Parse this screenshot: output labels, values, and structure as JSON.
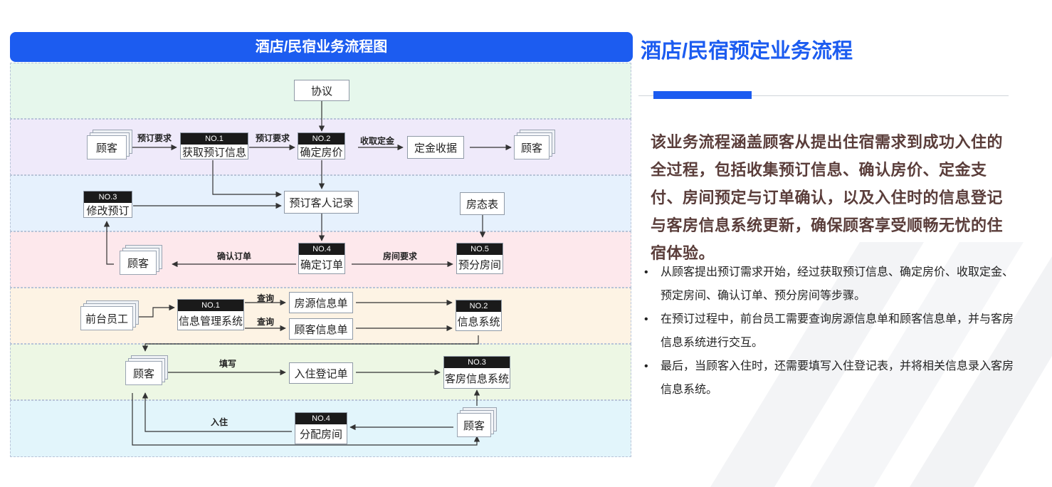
{
  "diagram": {
    "header": "酒店/民宿业务流程图",
    "nodes": {
      "xieyi": "协议",
      "guke1": "顾客",
      "no1_tag": "NO.1",
      "no1_label": "获取预订信息",
      "no2_tag": "NO.2",
      "no2_label": "确定房价",
      "dingjin": "定金收据",
      "guke2": "顾客",
      "no3_tag": "NO.3",
      "no3_label": "修改预订",
      "record": "预订客人记录",
      "fangtai": "房态表",
      "guke3": "顾客",
      "no4_tag": "NO.4",
      "no4_label": "确定订单",
      "no5_tag": "NO.5",
      "no5_label": "预分房间",
      "staff": "前台员工",
      "s1_tag": "NO.1",
      "s1_label": "信息管理系统",
      "fangyuan": "房源信息单",
      "guke_info": "顾客信息单",
      "s2_tag": "NO.2",
      "s2_label": "信息系统",
      "guke4": "顾客",
      "ruzhu_form": "入住登记单",
      "s3_tag": "NO.3",
      "s3_label": "客房信息系统",
      "guke5": "顾客",
      "s4_tag": "NO.4",
      "s4_label": "分配房间"
    },
    "edges": {
      "yuding1": "预订要求",
      "yuding2": "预订要求",
      "shouqu": "收取定金",
      "queren": "确认订单",
      "fangjian": "房间要求",
      "chaxun1": "查询",
      "chaxun2": "查询",
      "tianxie": "填写",
      "ruzhu": "入住"
    }
  },
  "side": {
    "title": "酒店/民宿预定业务流程",
    "paragraph": "该业务流程涵盖顾客从提出住宿需求到成功入住的全过程，包括收集预订信息、确认房价、定金支付、房间预定与订单确认，以及入住时的信息登记与客房信息系统更新，确保顾客享受顺畅无忧的住宿体验。",
    "bullets": [
      "从顾客提出预订需求开始，经过获取预订信息、确定房价、收取定金、预定房间、确认订单、预分房间等步骤。",
      "在预订过程中，前台员工需要查询房源信息单和顾客信息单，并与客房信息系统进行交互。",
      "最后，当顾客入住时，还需要填写入住登记表，并将相关信息录入客房信息系统。"
    ],
    "bullet_symbol": "•"
  },
  "colors": {
    "accent": "#1c5cf0",
    "lanes": [
      "#e6f7ec",
      "#efeafa",
      "#e6f1fd",
      "#fde8ec",
      "#fdf3e4",
      "#edf7e4",
      "#e2f5fb"
    ]
  }
}
